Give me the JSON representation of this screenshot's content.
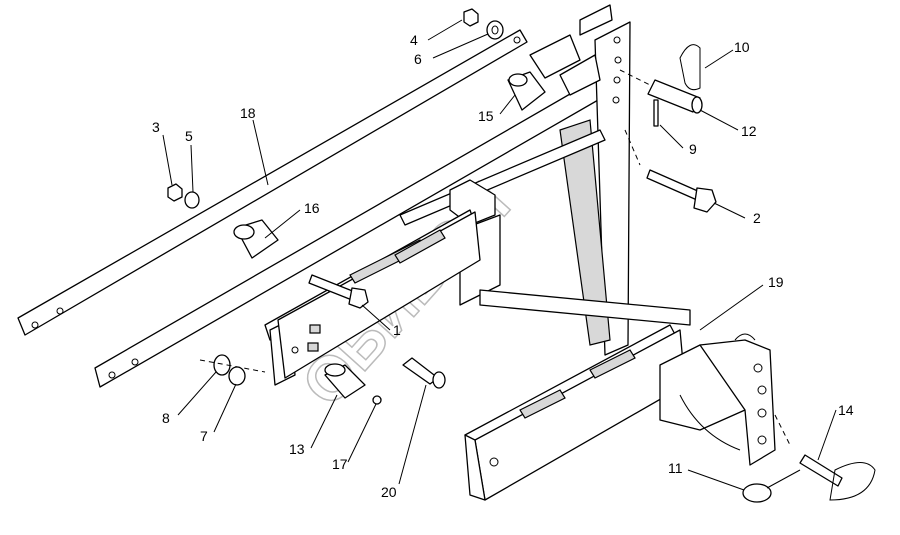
{
  "watermark": "ОБИВОН",
  "callouts": [
    {
      "id": "4",
      "label": "4"
    },
    {
      "id": "6",
      "label": "6"
    },
    {
      "id": "10",
      "label": "10"
    },
    {
      "id": "18",
      "label": "18"
    },
    {
      "id": "15",
      "label": "15"
    },
    {
      "id": "12",
      "label": "12"
    },
    {
      "id": "3",
      "label": "3"
    },
    {
      "id": "5",
      "label": "5"
    },
    {
      "id": "9",
      "label": "9"
    },
    {
      "id": "16",
      "label": "16"
    },
    {
      "id": "2",
      "label": "2"
    },
    {
      "id": "19",
      "label": "19"
    },
    {
      "id": "1",
      "label": "1"
    },
    {
      "id": "8",
      "label": "8"
    },
    {
      "id": "7",
      "label": "7"
    },
    {
      "id": "13",
      "label": "13"
    },
    {
      "id": "17",
      "label": "17"
    },
    {
      "id": "14",
      "label": "14"
    },
    {
      "id": "11",
      "label": "11"
    },
    {
      "id": "20",
      "label": "20"
    }
  ]
}
